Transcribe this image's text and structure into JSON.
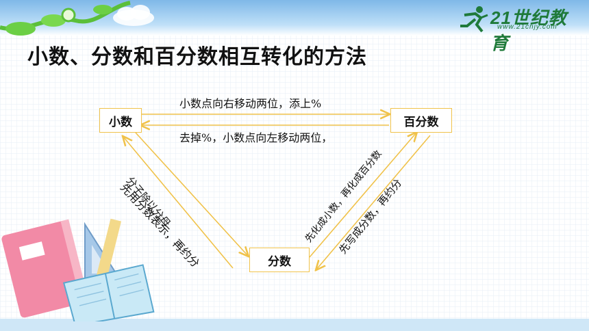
{
  "title": "小数、分数和百分数相互转化的方法",
  "logo": {
    "main": "21世纪教育",
    "sub": "www.21cnjy.com"
  },
  "nodes": {
    "decimal": "小数",
    "percent": "百分数",
    "fraction": "分数"
  },
  "labels": {
    "decimal_to_percent": "小数点向右移动两位，添上%",
    "percent_to_decimal": "去掉%，小数点向左移动两位，",
    "decimal_to_fraction": "先用分数表示，再约分",
    "fraction_to_decimal": "分子除以分母",
    "fraction_to_percent": "先化成小数，再化成百分数",
    "percent_to_fraction": "先写成分数，再约分"
  },
  "colors": {
    "arrow": "#f0c24a",
    "node_border": "#f0c24a",
    "title": "#111111",
    "logo": "#1f7a3a"
  },
  "icons": [
    "vine-decoration-icon",
    "cloud-icon",
    "running-figure-logo-icon",
    "book-icon",
    "ruler-icon",
    "triangle-ruler-icon"
  ]
}
